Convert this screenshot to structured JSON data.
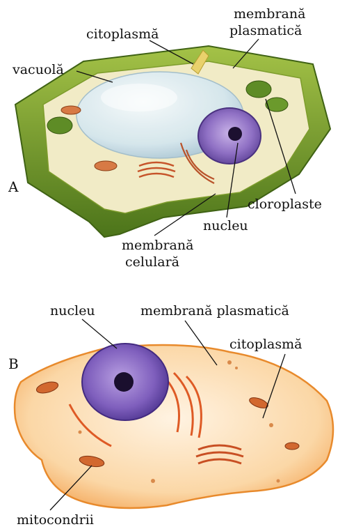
{
  "figure_a": {
    "letter": "A",
    "labels": {
      "cytoplasm": "citoplasmă",
      "plasma_membrane_line1": "membrană",
      "plasma_membrane_line2": "plasmatică",
      "vacuole": "vacuolă",
      "chloroplasts": "cloroplaste",
      "nucleus": "nucleu",
      "cell_membrane_line1": "membrană",
      "cell_membrane_line2": "celulară"
    },
    "colors": {
      "wall": "#5f8a1e",
      "wall_light": "#9cbd3a",
      "interior": "#f2ecc8",
      "vacuole": "#cfe3ea",
      "nucleus": "#8a6bbf"
    }
  },
  "figure_b": {
    "letter": "B",
    "labels": {
      "nucleus": "nucleu",
      "plasma_membrane": "membrană plasmatică",
      "cytoplasm": "citoplasmă",
      "mitochondria": "mitocondrii"
    },
    "colors": {
      "membrane": "#f4a64a",
      "interior": "#fde3c0",
      "nucleus": "#7d5cb8",
      "er": "#e0622c"
    }
  }
}
